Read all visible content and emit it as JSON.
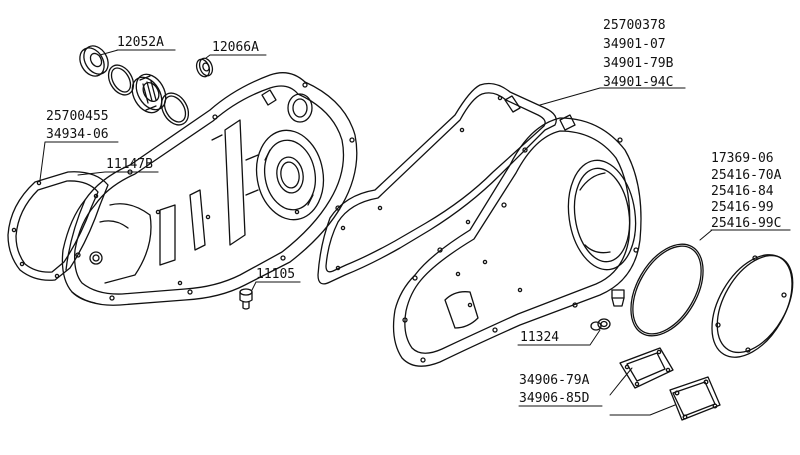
{
  "title": "",
  "colors": {
    "ink": "#111111",
    "paper": "#ffffff"
  },
  "parts": {
    "bearing_kit": "12052A",
    "seal": "12066A",
    "primary_gasket_a": "25700455",
    "primary_gasket_b": "34934-06",
    "inner_primary": "11147B",
    "drain_plug": "11105",
    "cover_gasket_a": "25700378",
    "cover_gasket_b": "34901-07",
    "cover_gasket_c": "34901-79B",
    "cover_gasket_d": "34901-94C",
    "derby_oring_a": "17369-06",
    "derby_oring_b": "25416-70A",
    "derby_oring_c": "25416-84",
    "derby_oring_d": "25416-99",
    "derby_oring_e": "25416-99C",
    "plug_oring": "11324",
    "inspection_gasket_a": "34906-79A",
    "inspection_gasket_b": "34906-85D"
  }
}
